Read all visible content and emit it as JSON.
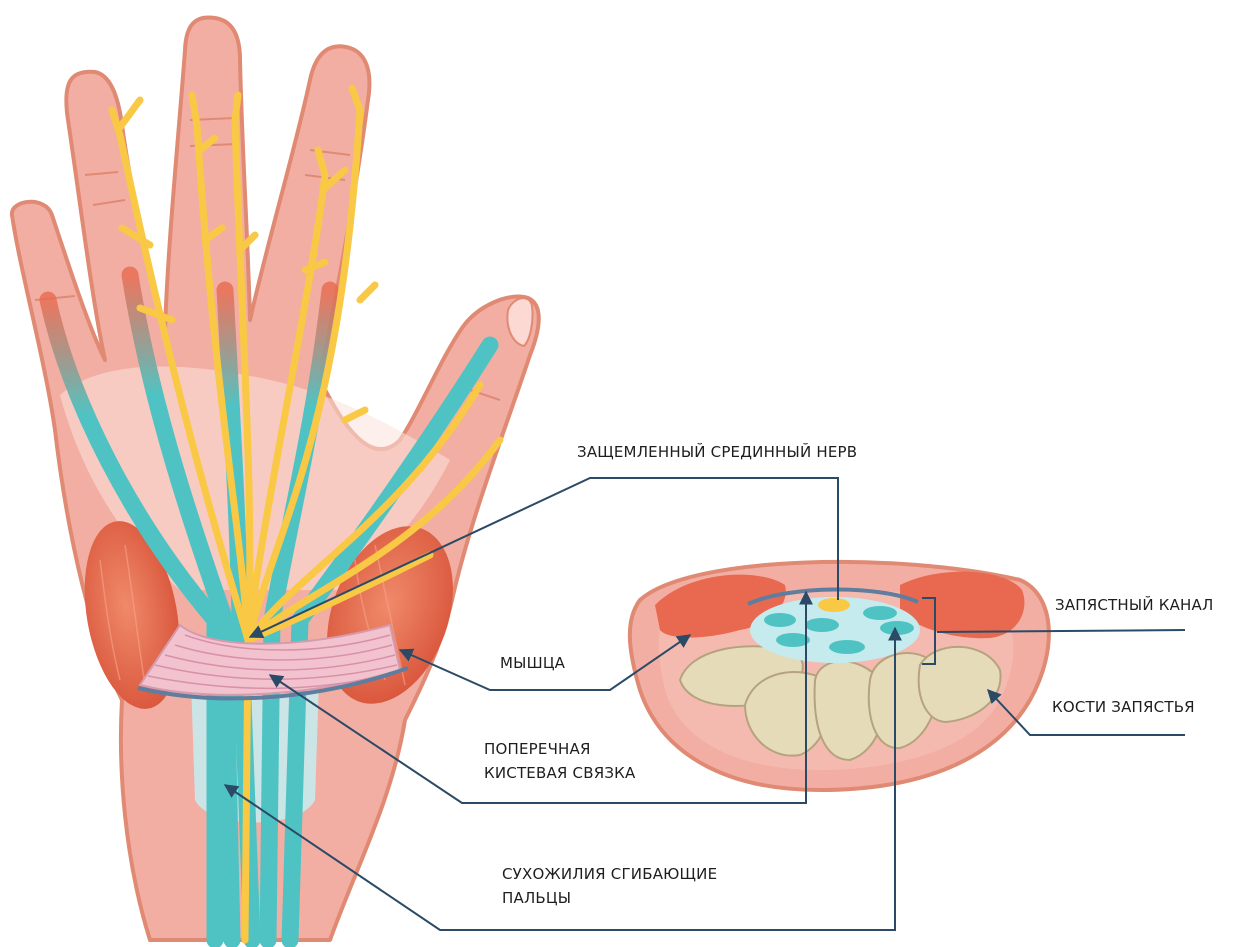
{
  "labels": {
    "median_nerve": "ЗАЩЕМЛЕННЫЙ СРЕДИННЫЙ НЕРВ",
    "carpal_tunnel": "ЗАПЯСТНЫЙ КАНАЛ",
    "muscle": "МЫШЦА",
    "carpal_bones": "КОСТИ ЗАПЯСТЬЯ",
    "ligament_line1": "ПОПЕРЕЧНАЯ",
    "ligament_line2": "КИСТЕВАЯ СВЯЗКА",
    "tendons_line1": "СУХОЖИЛИЯ СГИБАЮЩИЕ",
    "tendons_line2": "ПАЛЬЦЫ"
  },
  "colors": {
    "skin": "#f3aea3",
    "skin_outline": "#e08a73",
    "muscle": "#e8694f",
    "nerve": "#f9c845",
    "tendon": "#4fc3c3",
    "tendon_sheath": "#c6ebee",
    "ligament": "#f2c2cf",
    "bone": "#e6dbb9",
    "bone_outline": "#b5a37f",
    "leader": "#2a4a66"
  }
}
